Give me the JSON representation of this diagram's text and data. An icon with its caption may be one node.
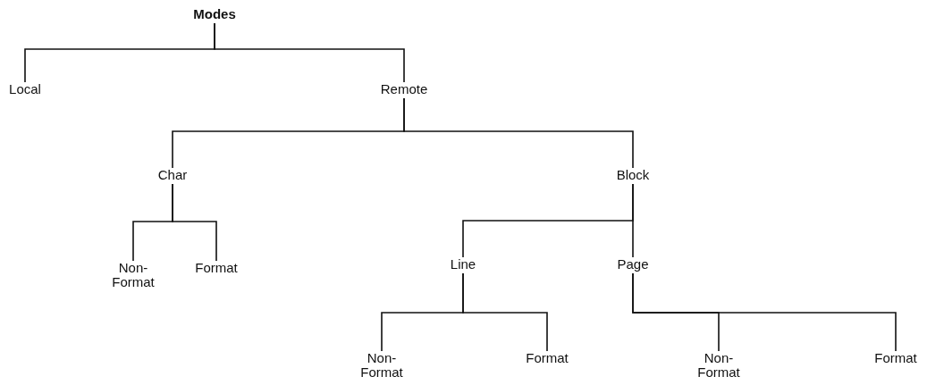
{
  "diagram": {
    "nodes": [
      {
        "text": [
          "Modes"
        ]
      },
      {
        "text": [
          "Local"
        ]
      },
      {
        "text": [
          "Remote"
        ]
      },
      {
        "text": [
          "Char"
        ]
      },
      {
        "text": [
          "Block"
        ]
      },
      {
        "text": [
          "Non-Format"
        ]
      },
      {
        "text": [
          "Format"
        ]
      },
      {
        "text": [
          "Line"
        ]
      },
      {
        "text": [
          "Page"
        ]
      },
      {
        "text": [
          "Non-Format"
        ]
      },
      {
        "text": [
          "Format"
        ]
      },
      {
        "text": [
          "Non-Format"
        ]
      },
      {
        "text": [
          "Format"
        ]
      }
    ],
    "edges": [
      {
        "from": 0,
        "to": 1,
        "arrow": "none"
      },
      {
        "from": 0,
        "to": 2,
        "arrow": "none"
      },
      {
        "from": 2,
        "to": 3,
        "arrow": "none"
      },
      {
        "from": 2,
        "to": 4,
        "arrow": "none"
      },
      {
        "from": 3,
        "to": 5,
        "arrow": "none"
      },
      {
        "from": 3,
        "to": 6,
        "arrow": "none"
      },
      {
        "from": 4,
        "to": 7,
        "arrow": "none"
      },
      {
        "from": 4,
        "to": 8,
        "arrow": "none"
      },
      {
        "from": 7,
        "to": 9,
        "arrow": "none"
      },
      {
        "from": 7,
        "to": 10,
        "arrow": "none"
      },
      {
        "from": 8,
        "to": 11,
        "arrow": "none"
      },
      {
        "from": 8,
        "to": 12,
        "arrow": "none"
      }
    ]
  }
}
